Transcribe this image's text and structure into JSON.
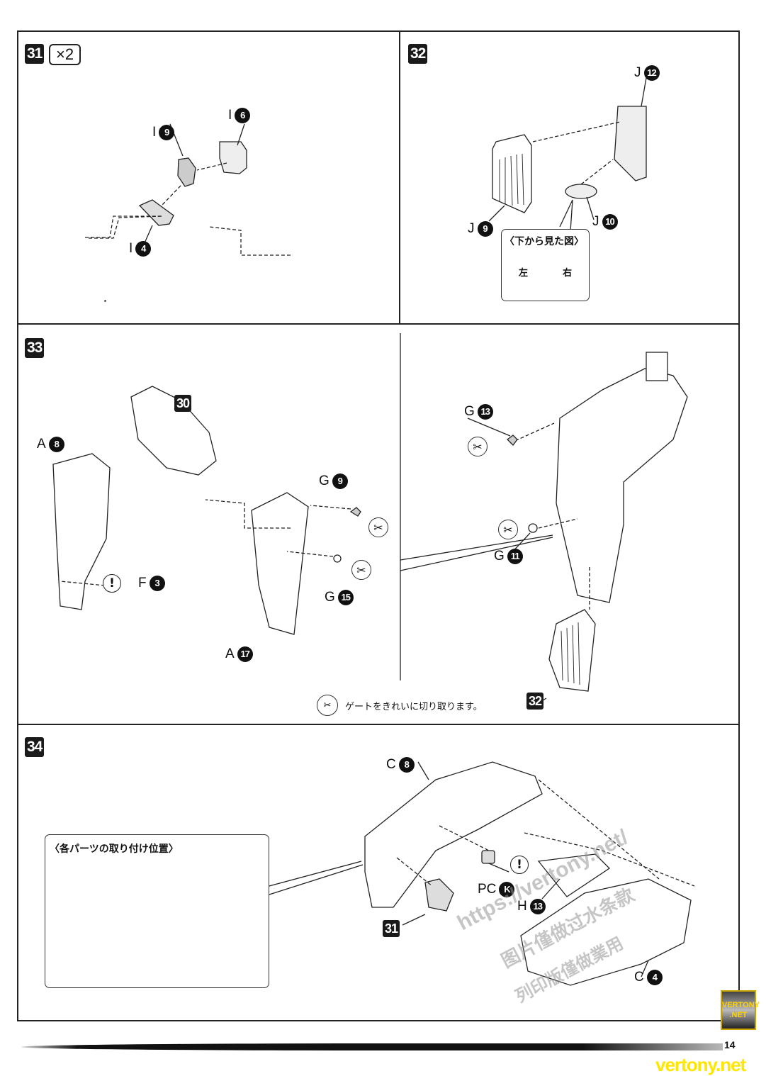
{
  "page": {
    "number": "14"
  },
  "steps": {
    "s31": {
      "label": "31",
      "multiplier": "×2",
      "parts": [
        {
          "letter": "I",
          "num": "9"
        },
        {
          "letter": "I",
          "num": "6"
        },
        {
          "letter": "I",
          "num": "4"
        }
      ]
    },
    "s32": {
      "label": "32",
      "parts": [
        {
          "letter": "J",
          "num": "12"
        },
        {
          "letter": "J",
          "num": "9"
        },
        {
          "letter": "J",
          "num": "10"
        }
      ],
      "callout": {
        "title": "〈下から見た図〉",
        "left": "左",
        "right": "右"
      }
    },
    "s33": {
      "label": "33",
      "ref_step": "30",
      "ref_step_bottom": "32",
      "parts": [
        {
          "letter": "A",
          "num": "8"
        },
        {
          "letter": "F",
          "num": "3"
        },
        {
          "letter": "G",
          "num": "9"
        },
        {
          "letter": "G",
          "num": "15"
        },
        {
          "letter": "A",
          "num": "17"
        },
        {
          "letter": "G",
          "num": "13"
        },
        {
          "letter": "G",
          "num": "11"
        }
      ],
      "note": "ゲートをきれいに切り取ります。"
    },
    "s34": {
      "label": "34",
      "ref_step": "31",
      "parts": [
        {
          "letter": "C",
          "num": "8"
        },
        {
          "letter": "PC",
          "num": "K"
        },
        {
          "letter": "H",
          "num": "13"
        },
        {
          "letter": "C",
          "num": "4"
        }
      ],
      "callout": {
        "title": "〈各パーツの取り付け位置〉"
      }
    }
  },
  "icons": {
    "caution": "!",
    "gate_cut": "nipper-icon"
  },
  "watermark": {
    "badge_line1": "VERTONY",
    "badge_line2": ".NET",
    "url": "vertony.net",
    "diag_url": "https://vertony.net/",
    "diag_cn1": "图片僅做过水条款",
    "diag_cn2": "列印版僅做業用"
  }
}
